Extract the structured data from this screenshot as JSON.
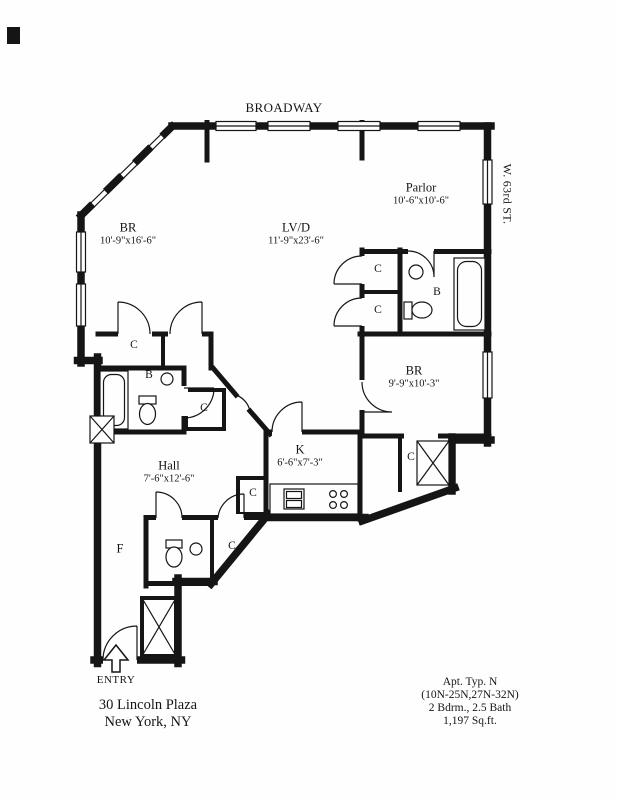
{
  "streets": {
    "top": "BROADWAY",
    "right": "W. 63rd ST."
  },
  "rooms": {
    "bedroom1": {
      "name": "BR",
      "dims": "10'-9\"x16'-6\""
    },
    "living": {
      "name": "LV/D",
      "dims": "11'-9\"x23'-6\""
    },
    "parlor": {
      "name": "Parlor",
      "dims": "10'-6\"x10'-6\""
    },
    "bedroom2": {
      "name": "BR",
      "dims": "9'-9\"x10'-3\""
    },
    "kitchen": {
      "name": "K",
      "dims": "6'-6\"x7'-3\""
    },
    "hall": {
      "name": "Hall",
      "dims": "7'-6\"x12'-6\""
    },
    "foyer": {
      "name": "F"
    }
  },
  "markers": {
    "closet": "C",
    "bath": "B"
  },
  "entry": {
    "label": "ENTRY"
  },
  "footer": {
    "address": {
      "line1": "30 Lincoln Plaza",
      "line2": "New York, NY"
    },
    "apartment": {
      "line1": "Apt. Typ. N",
      "line2": "(10N-25N,27N-32N)",
      "line3": "2 Bdrm., 2.5 Bath",
      "line4": "1,197 Sq.ft."
    }
  }
}
